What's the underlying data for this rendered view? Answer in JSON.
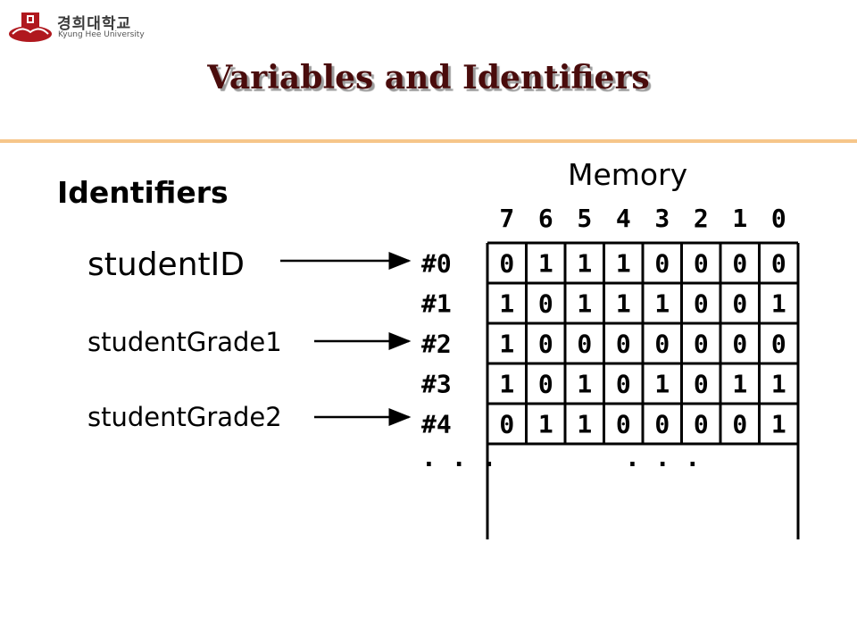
{
  "logo": {
    "name_kr": "경희대학교",
    "name_en": "Kyung Hee University",
    "emblem_icon": "university-emblem-icon",
    "emblem_color": "#b0181e"
  },
  "title": "Variables and Identifiers",
  "heading": "Identifiers",
  "memory_label": "Memory",
  "identifiers": [
    {
      "label": "studentID",
      "address": "#0"
    },
    {
      "label": "studentGrade1",
      "address": "#2"
    },
    {
      "label": "studentGrade2",
      "address": "#4"
    }
  ],
  "bit_positions": [
    "7",
    "6",
    "5",
    "4",
    "3",
    "2",
    "1",
    "0"
  ],
  "rows": [
    {
      "address": "#0",
      "bits": [
        "0",
        "1",
        "1",
        "1",
        "0",
        "0",
        "0",
        "0"
      ]
    },
    {
      "address": "#1",
      "bits": [
        "1",
        "0",
        "1",
        "1",
        "1",
        "0",
        "0",
        "1"
      ]
    },
    {
      "address": "#2",
      "bits": [
        "1",
        "0",
        "0",
        "0",
        "0",
        "0",
        "0",
        "0"
      ]
    },
    {
      "address": "#3",
      "bits": [
        "1",
        "0",
        "1",
        "0",
        "1",
        "0",
        "1",
        "1"
      ]
    },
    {
      "address": "#4",
      "bits": [
        "0",
        "1",
        "1",
        "0",
        "0",
        "0",
        "0",
        "1"
      ]
    }
  ],
  "ellipsis_address": ". . .",
  "ellipsis_memory": ". . .",
  "colors": {
    "title": "#4a0c0c",
    "rule": "#f6c68a"
  }
}
